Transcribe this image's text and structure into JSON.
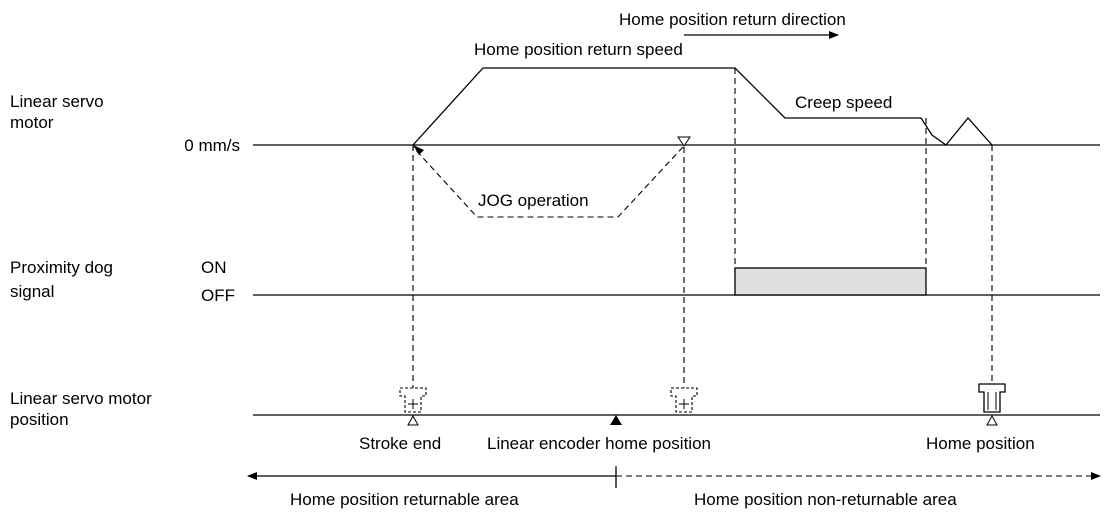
{
  "direction_label": "Home position return direction",
  "motor": {
    "label_line1": "Linear servo",
    "label_line2": "motor",
    "zero_label": "0 mm/s",
    "return_speed_label": "Home position return speed",
    "creep_speed_label": "Creep speed",
    "jog_label": "JOG operation"
  },
  "dog": {
    "label_line1": "Proximity dog",
    "label_line2": "signal",
    "on_label": "ON",
    "off_label": "OFF",
    "fill_color": "#e0e0e0"
  },
  "position": {
    "label_line1": "Linear servo motor",
    "label_line2": "position",
    "stroke_end_label": "Stroke end",
    "encoder_home_label": "Linear encoder home position",
    "home_label": "Home position"
  },
  "areas": {
    "returnable_label": "Home position returnable area",
    "non_returnable_label": "Home position non-returnable area"
  }
}
